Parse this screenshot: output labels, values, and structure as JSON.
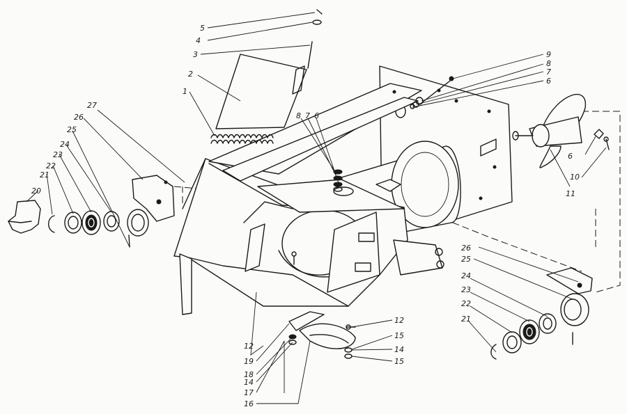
{
  "diagram": {
    "labels": [
      "1",
      "2",
      "3",
      "4",
      "5",
      "6",
      "7",
      "8",
      "9",
      "8",
      "7",
      "6",
      "6",
      "10",
      "11",
      "26",
      "25",
      "24",
      "23",
      "22",
      "21",
      "27",
      "26",
      "25",
      "24",
      "23",
      "22",
      "21",
      "20",
      "12",
      "15",
      "14",
      "15",
      "12",
      "19",
      "18",
      "14",
      "17",
      "16"
    ]
  }
}
